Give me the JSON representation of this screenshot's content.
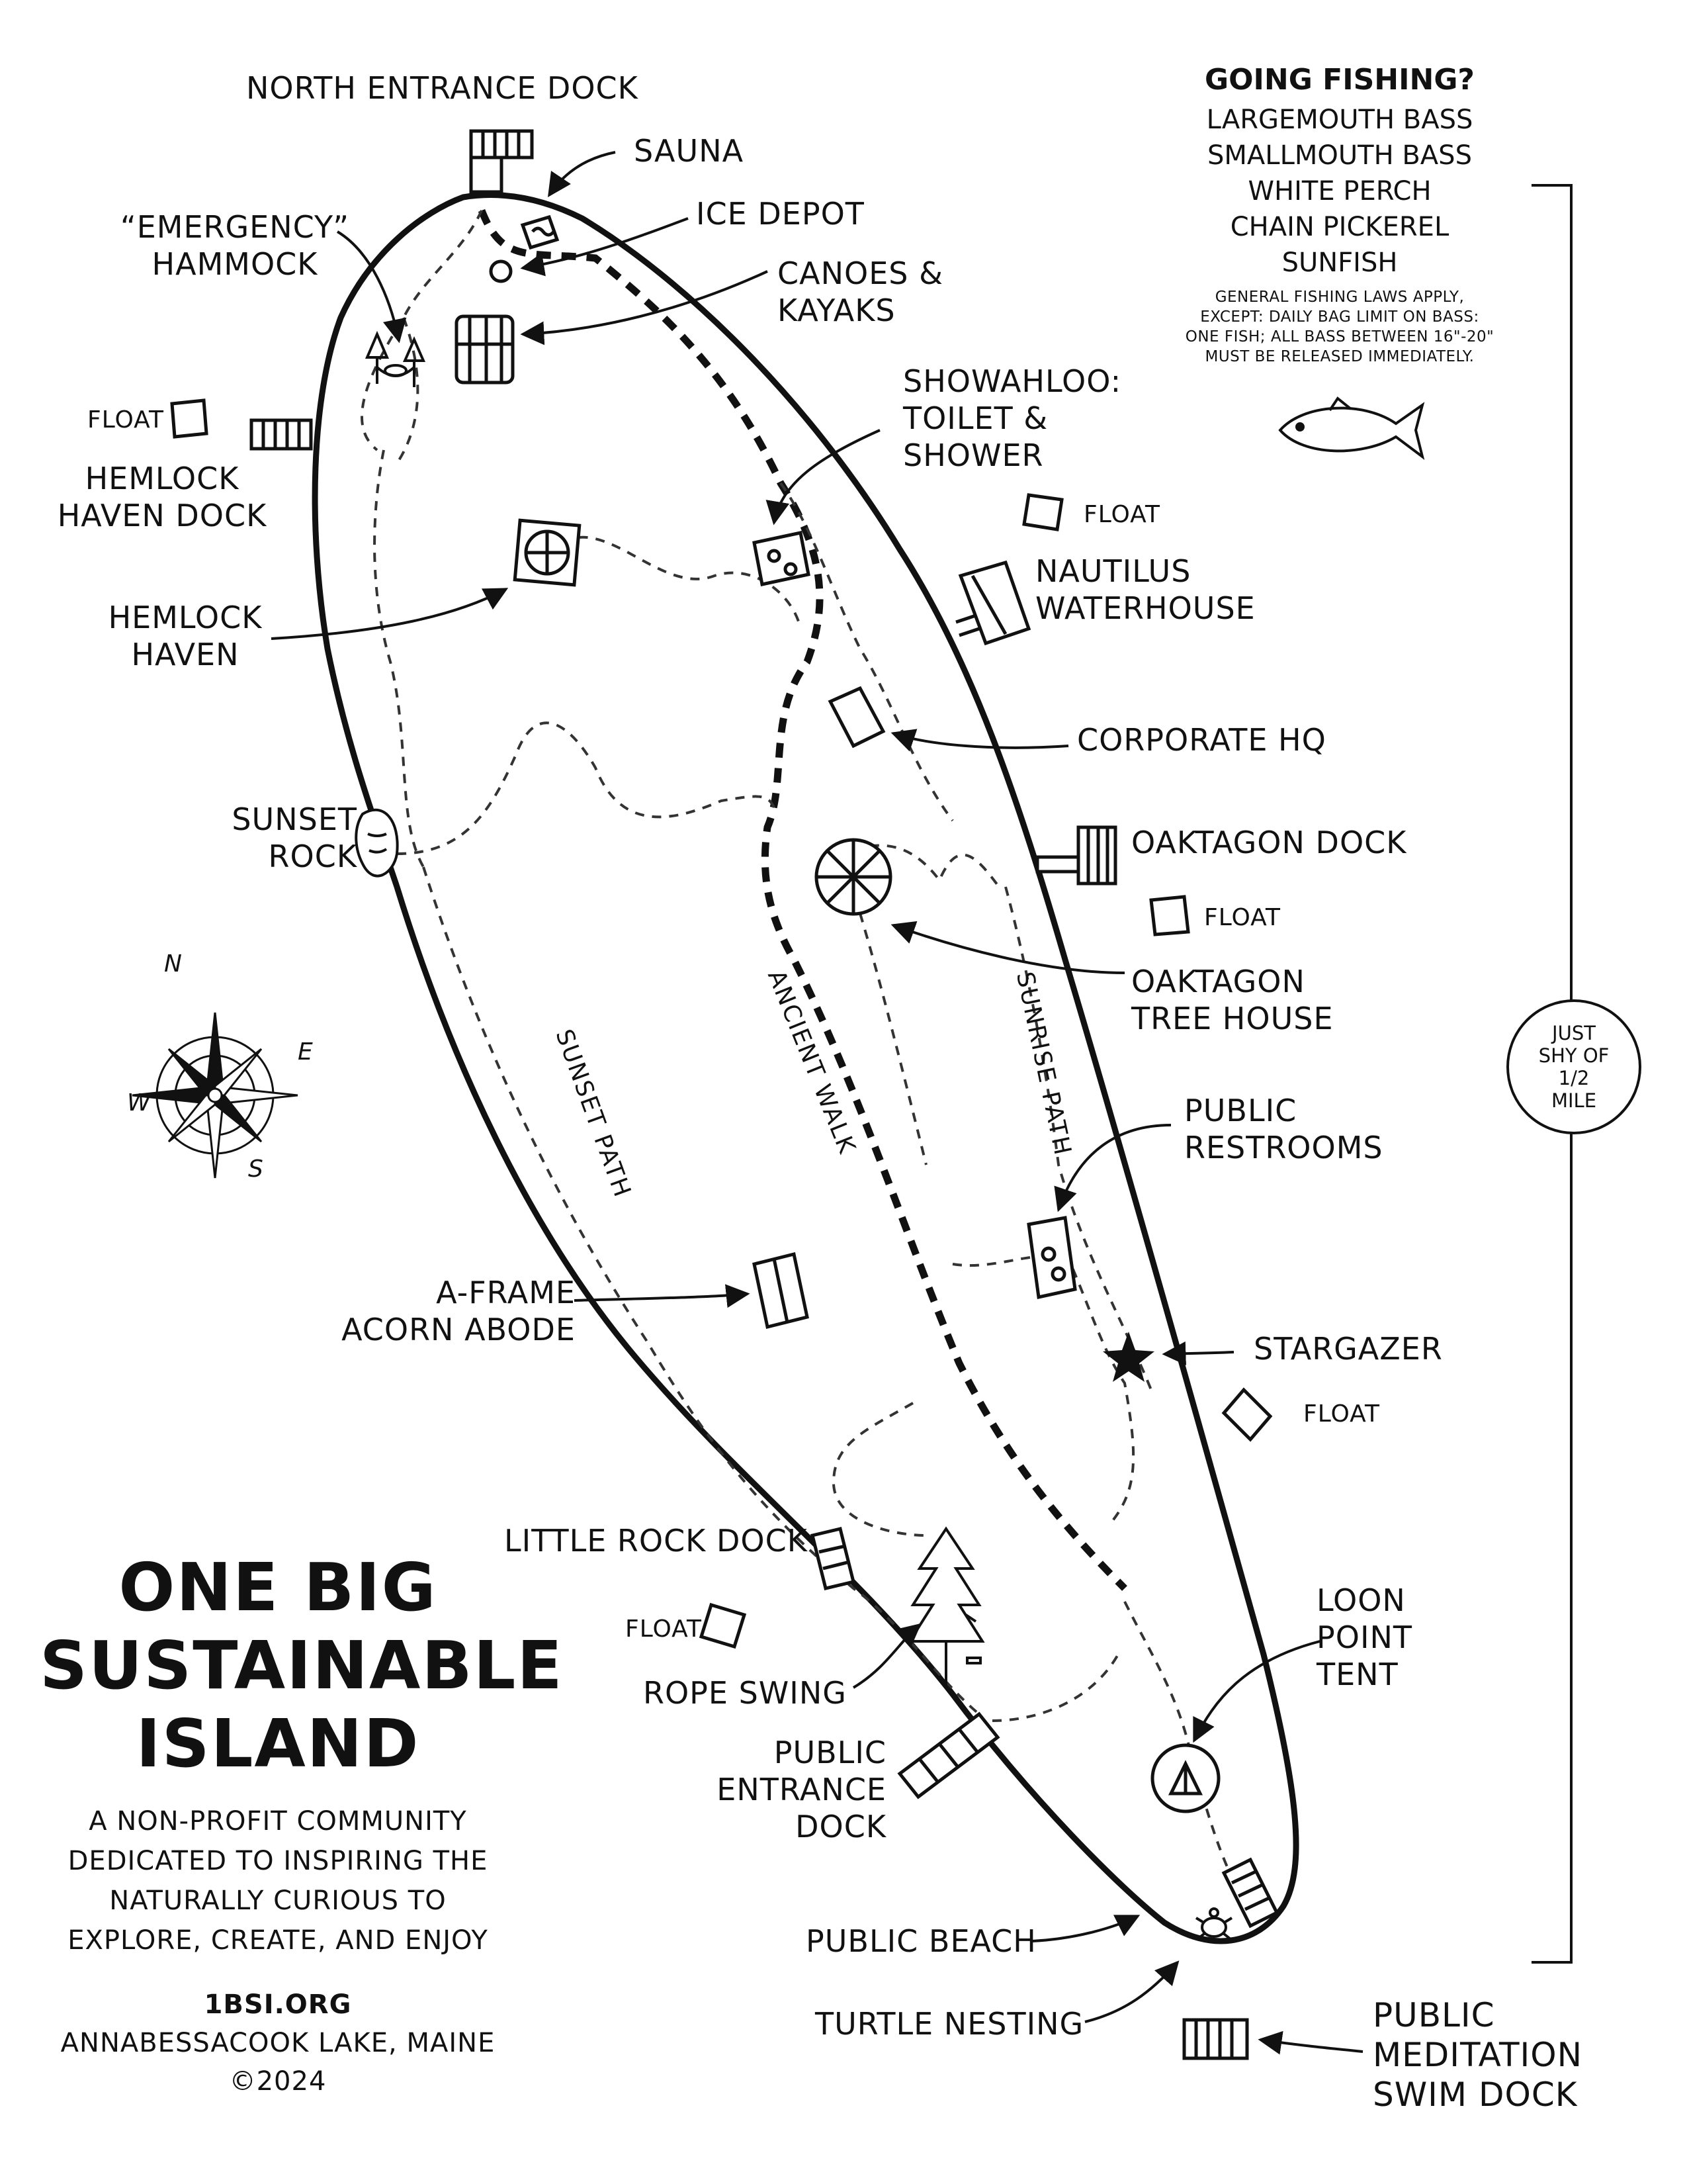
{
  "labels": {
    "north_entrance_dock": "NORTH ENTRANCE DOCK",
    "sauna": "SAUNA",
    "ice_depot": "ICE DEPOT",
    "canoes_kayaks": [
      "CANOES &",
      "KAYAKS"
    ],
    "emergency_hammock": [
      "“EMERGENCY”",
      "HAMMOCK"
    ],
    "float": "FLOAT",
    "hemlock_haven_dock": [
      "HEMLOCK",
      "HAVEN DOCK"
    ],
    "showahloo": [
      "SHOWAHLOO:",
      "TOILET &",
      "SHOWER"
    ],
    "hemlock_haven": [
      "HEMLOCK",
      "HAVEN"
    ],
    "nautilus_waterhouse": [
      "NAUTILUS",
      "WATERHOUSE"
    ],
    "corporate_hq": "CORPORATE HQ",
    "sunset_rock": [
      "SUNSET",
      "ROCK"
    ],
    "oaktagon_dock": "OAKTAGON DOCK",
    "oaktagon_tree_house": [
      "OAKTAGON",
      "TREE HOUSE"
    ],
    "public_restrooms": [
      "PUBLIC",
      "RESTROOMS"
    ],
    "a_frame": [
      "A-FRAME",
      "ACORN ABODE"
    ],
    "stargazer": "STARGAZER",
    "little_rock_dock": "LITTLE ROCK DOCK",
    "loon_point_tent": [
      "LOON",
      "POINT",
      "TENT"
    ],
    "rope_swing": "ROPE SWING",
    "public_entrance_dock": [
      "PUBLIC",
      "ENTRANCE",
      "DOCK"
    ],
    "public_beach": "PUBLIC BEACH",
    "turtle_nesting": "TURTLE NESTING",
    "public_meditation_swim_dock": [
      "PUBLIC",
      "MEDITATION",
      "SWIM DOCK"
    ]
  },
  "paths": {
    "sunset_path": "SUNSET PATH",
    "ancient_walk": "ANCIENT WALK",
    "sunrise_path": "SUNRISE PATH"
  },
  "compass": {
    "n": "N",
    "e": "E",
    "s": "S",
    "w": "W"
  },
  "fishing": {
    "title": "GOING FISHING?",
    "species": [
      "LARGEMOUTH BASS",
      "SMALLMOUTH BASS",
      "WHITE PERCH",
      "CHAIN PICKEREL",
      "SUNFISH"
    ],
    "note": [
      "GENERAL FISHING LAWS APPLY,",
      "EXCEPT: DAILY BAG LIMIT ON BASS:",
      "ONE FISH; ALL BASS BETWEEN 16\"-20\"",
      "MUST BE RELEASED IMMEDIATELY."
    ]
  },
  "scale": [
    "JUST",
    "SHY OF",
    "1/2",
    "MILE"
  ],
  "title": [
    "ONE BIG",
    "SUSTAINABLE",
    "ISLAND"
  ],
  "tagline": [
    "A NON-PROFIT COMMUNITY",
    "DEDICATED TO INSPIRING THE",
    "NATURALLY CURIOUS TO",
    "EXPLORE, CREATE, AND ENJOY"
  ],
  "footer": {
    "url": "1BSI.ORG",
    "location": "ANNABESSACOOK LAKE, MAINE",
    "copyright": "©2024"
  },
  "icons": [
    "fish-icon",
    "compass-rose-icon",
    "star-icon",
    "turtle-icon",
    "tree-icon",
    "umbrella-icon"
  ]
}
